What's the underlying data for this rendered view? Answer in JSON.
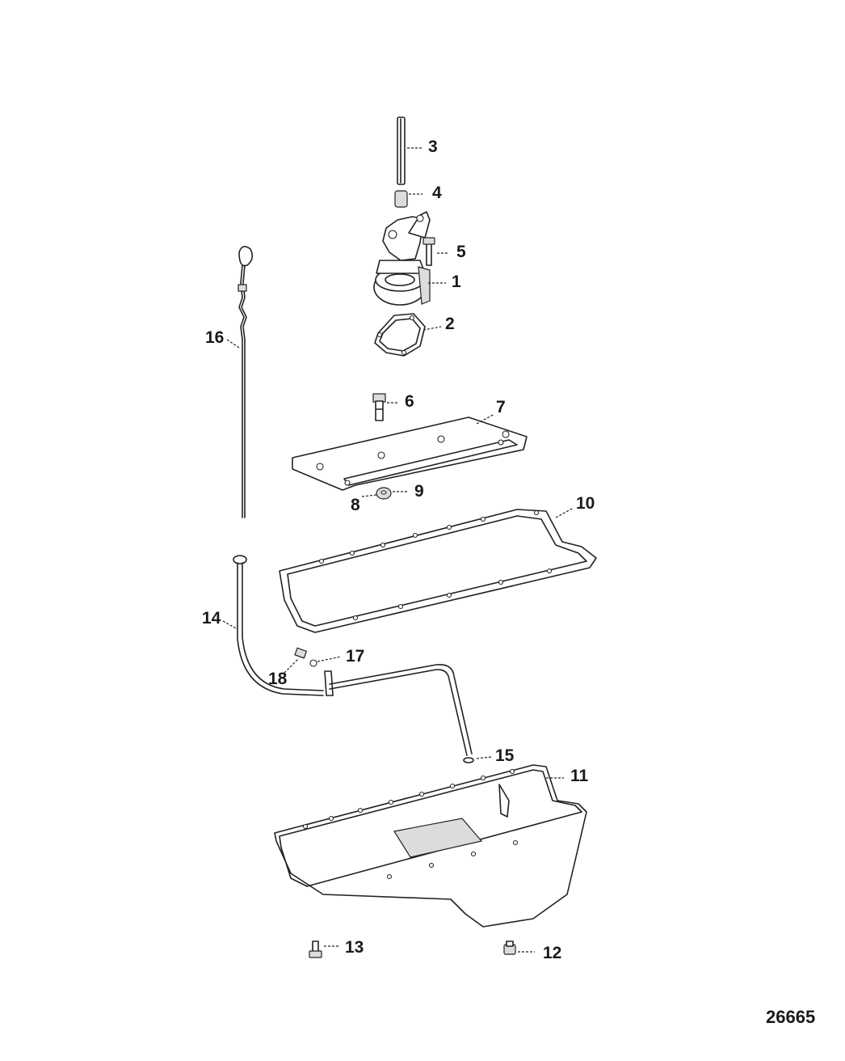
{
  "callouts": {
    "c1": "1",
    "c2": "2",
    "c3": "3",
    "c4": "4",
    "c5": "5",
    "c6": "6",
    "c7": "7",
    "c8": "8",
    "c9": "9",
    "c10": "10",
    "c11": "11",
    "c12": "12",
    "c13": "13",
    "c14": "14",
    "c15": "15",
    "c16": "16",
    "c17": "17",
    "c18": "18"
  },
  "figure_number": "26665"
}
